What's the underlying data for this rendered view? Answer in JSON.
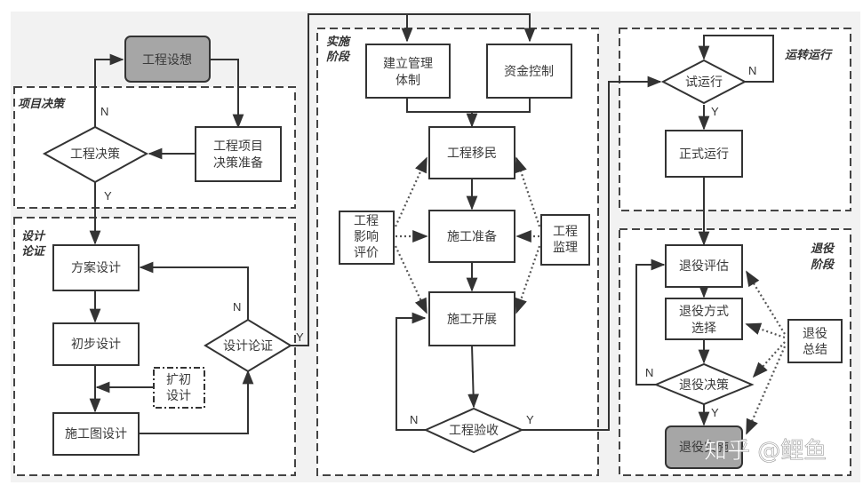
{
  "sections": {
    "decision": "项目决策",
    "design": [
      "设计",
      "论证"
    ],
    "implementation": [
      "实施",
      "阶段"
    ],
    "operation": "运转运行",
    "decommission": [
      "退役",
      "阶段"
    ]
  },
  "nodes": {
    "concept": "工程设想",
    "decision_prep": [
      "工程项目",
      "决策准备"
    ],
    "project_decision": "工程决策",
    "scheme_design": "方案设计",
    "prelim_design": "初步设计",
    "extended_design": [
      "扩初",
      "设计"
    ],
    "construction_drawing": "施工图设计",
    "design_review": "设计论证",
    "mgmt_system": [
      "建立管理",
      "体制"
    ],
    "fund_control": "资金控制",
    "resettlement": "工程移民",
    "impact_assessment": [
      "工程",
      "影响",
      "评价"
    ],
    "construction_prep": "施工准备",
    "supervision": [
      "工程",
      "监理"
    ],
    "construction": "施工开展",
    "acceptance": "工程验收",
    "trial_run": "试运行",
    "formal_run": "正式运行",
    "decom_assessment": "退役评估",
    "decom_method": [
      "退役方式",
      "选择"
    ],
    "decom_decision": "退役决策",
    "decom_summary": [
      "退役",
      "总结"
    ],
    "decom_final": "退役实施"
  },
  "edge_labels": {
    "yes": "Y",
    "no": "N"
  },
  "watermark": "知乎 @鲤鱼",
  "colors": {
    "background": "#f2f2f2",
    "stroke": "#333333",
    "terminal_fill": "#a6a6a6",
    "box_fill": "#ffffff"
  }
}
